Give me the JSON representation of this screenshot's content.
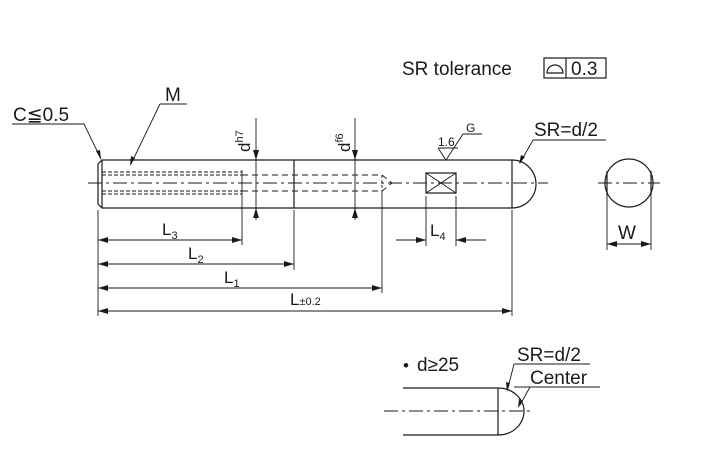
{
  "labels": {
    "sr_tolerance": "SR  tolerance",
    "tolerance_value": "0.3",
    "chamfer": "C≦0.5",
    "thread": "M",
    "dia_h7_base": "d",
    "dia_h7_sup": "h7",
    "dia_f6_base": "d",
    "dia_f6_sup": "f6",
    "roughness_value": "1.6",
    "roughness_grade": "G",
    "sr_end": "SR=d/2",
    "l3_base": "L",
    "l3_sub": "3",
    "l2_base": "L",
    "l2_sub": "2",
    "l1_base": "L",
    "l1_sub": "1",
    "l_base": "L",
    "l_tol": "±0.2",
    "l4_base": "L",
    "l4_sub": "4",
    "width": "W",
    "bullet": "•",
    "condition": "d≥25",
    "sr_detail": "SR=d/2",
    "center_label": "Center"
  }
}
